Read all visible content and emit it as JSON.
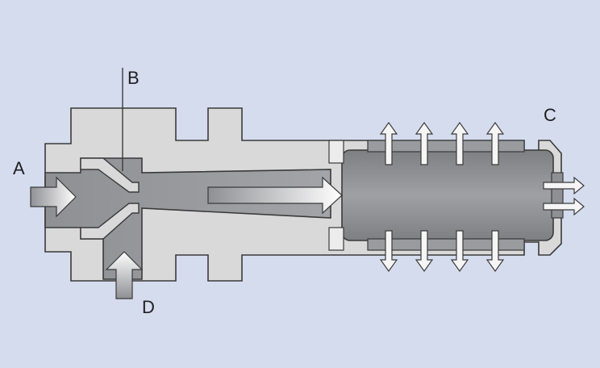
{
  "labels": {
    "a": "A",
    "b": "B",
    "c": "C",
    "d": "D"
  },
  "colors": {
    "background": "#d5dcee",
    "body": "#d9d9d9",
    "outline": "#3a3a3a",
    "chamber": "#8f9094",
    "arrow_fill": "#f5f5f5"
  }
}
